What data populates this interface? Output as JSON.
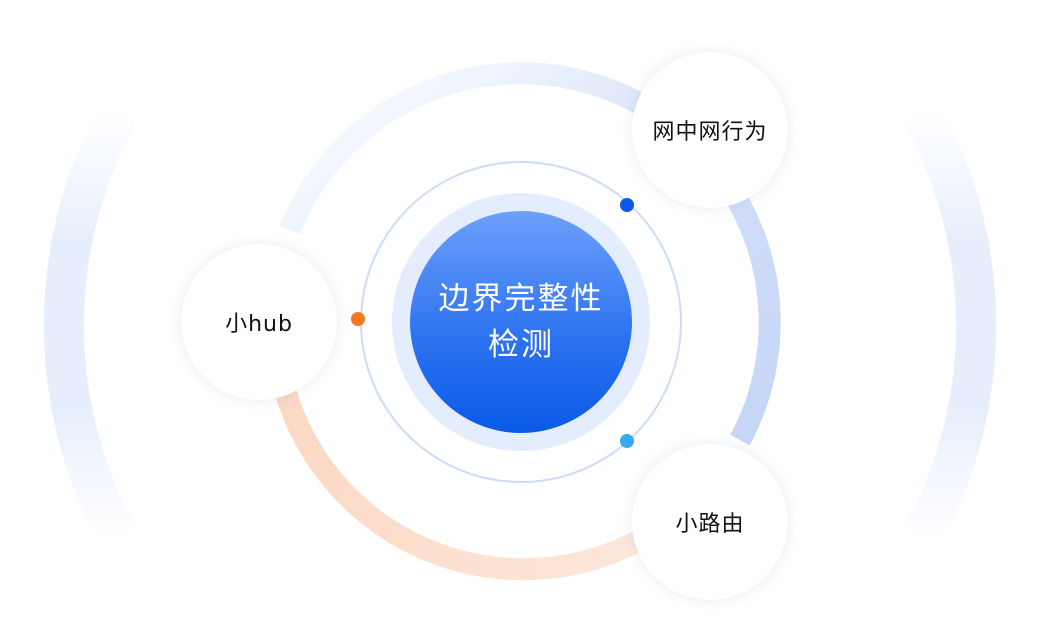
{
  "center": {
    "line1": "边界完整性",
    "line2": "检测"
  },
  "nodes": [
    {
      "label": "网中网行为",
      "dot_color": "#0a5ae8"
    },
    {
      "label": "小hub",
      "dot_color": "#f47a20"
    },
    {
      "label": "小路由",
      "dot_color": "#35aaf5"
    }
  ]
}
